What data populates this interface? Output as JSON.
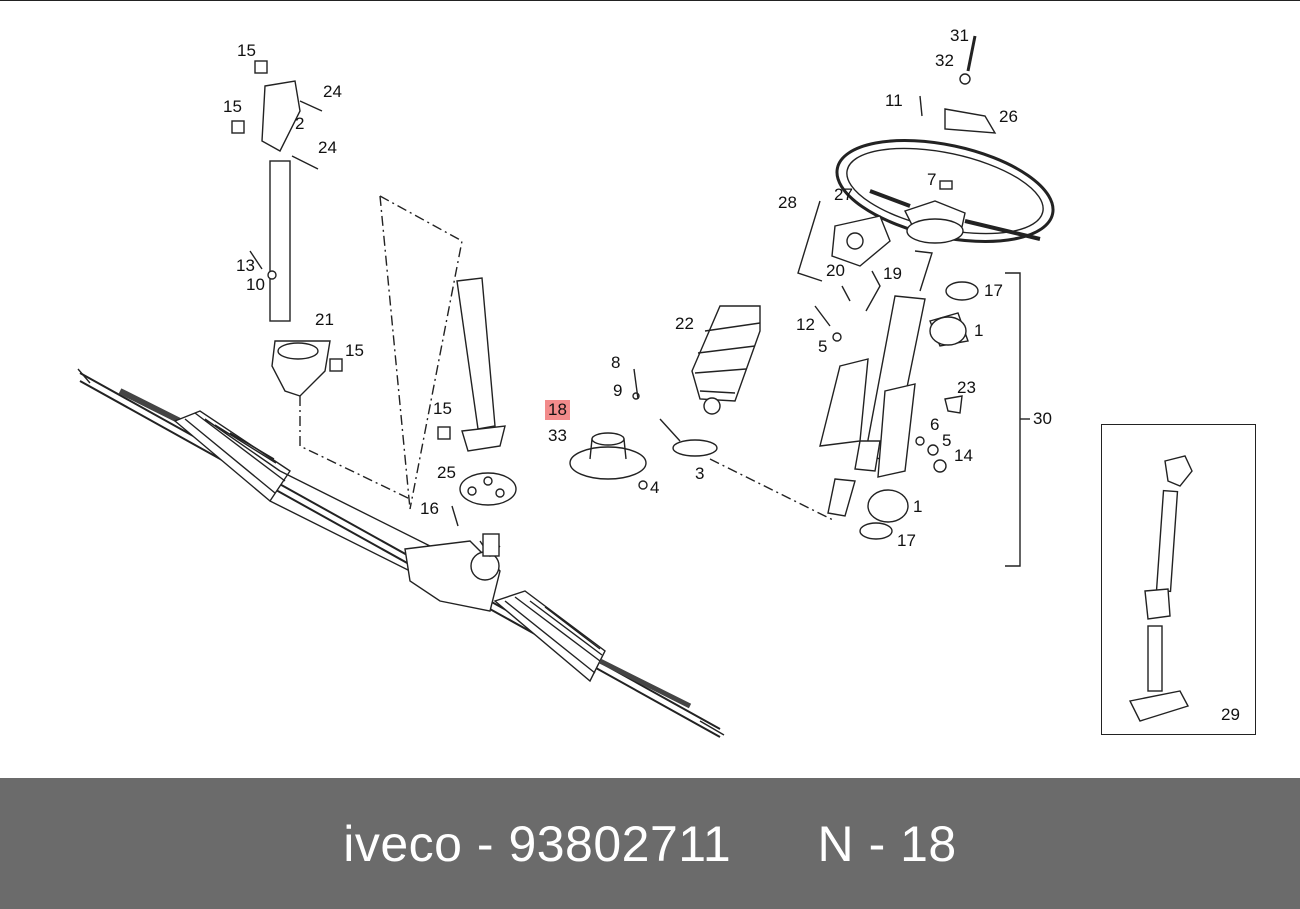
{
  "diagram": {
    "callouts": [
      {
        "id": "15"
      },
      {
        "id": "24"
      },
      {
        "id": "15"
      },
      {
        "id": "2"
      },
      {
        "id": "24"
      },
      {
        "id": "13"
      },
      {
        "id": "10"
      },
      {
        "id": "21"
      },
      {
        "id": "15"
      },
      {
        "id": "15"
      },
      {
        "id": "25"
      },
      {
        "id": "16"
      },
      {
        "id": "8"
      },
      {
        "id": "9"
      },
      {
        "id": "18",
        "highlighted": true
      },
      {
        "id": "33"
      },
      {
        "id": "4"
      },
      {
        "id": "22"
      },
      {
        "id": "3"
      },
      {
        "id": "31"
      },
      {
        "id": "32"
      },
      {
        "id": "11"
      },
      {
        "id": "26"
      },
      {
        "id": "7"
      },
      {
        "id": "28"
      },
      {
        "id": "27"
      },
      {
        "id": "20"
      },
      {
        "id": "19"
      },
      {
        "id": "17"
      },
      {
        "id": "12"
      },
      {
        "id": "1"
      },
      {
        "id": "5"
      },
      {
        "id": "23"
      },
      {
        "id": "6"
      },
      {
        "id": "5"
      },
      {
        "id": "14"
      },
      {
        "id": "30"
      },
      {
        "id": "1"
      },
      {
        "id": "17"
      },
      {
        "id": "29"
      }
    ],
    "highlight_color": "#f28b8b"
  },
  "footer": {
    "brand": "iveco",
    "separator": "-",
    "part_number": "93802711",
    "position_label": "N",
    "position_separator": "-",
    "position_number": "18",
    "background_color": "#6b6b6b"
  }
}
